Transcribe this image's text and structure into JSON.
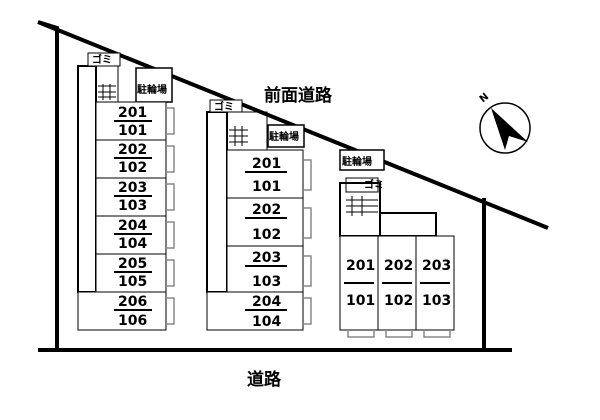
{
  "roads": {
    "front_road": "前面道路",
    "bottom_road": "道路"
  },
  "north_mark": "N",
  "labels": {
    "bicycle_parking": "駐輪場",
    "garbage": "ゴミ"
  },
  "buildings": [
    {
      "units": [
        [
          "201",
          "101"
        ],
        [
          "202",
          "102"
        ],
        [
          "203",
          "103"
        ],
        [
          "204",
          "104"
        ],
        [
          "205",
          "105"
        ],
        [
          "206",
          "106"
        ]
      ]
    },
    {
      "units": [
        [
          "201",
          "101"
        ],
        [
          "202",
          "102"
        ],
        [
          "203",
          "103"
        ],
        [
          "204",
          "104"
        ]
      ]
    },
    {
      "units": [
        [
          "201",
          "101"
        ],
        [
          "202",
          "102"
        ],
        [
          "203",
          "103"
        ]
      ]
    }
  ]
}
